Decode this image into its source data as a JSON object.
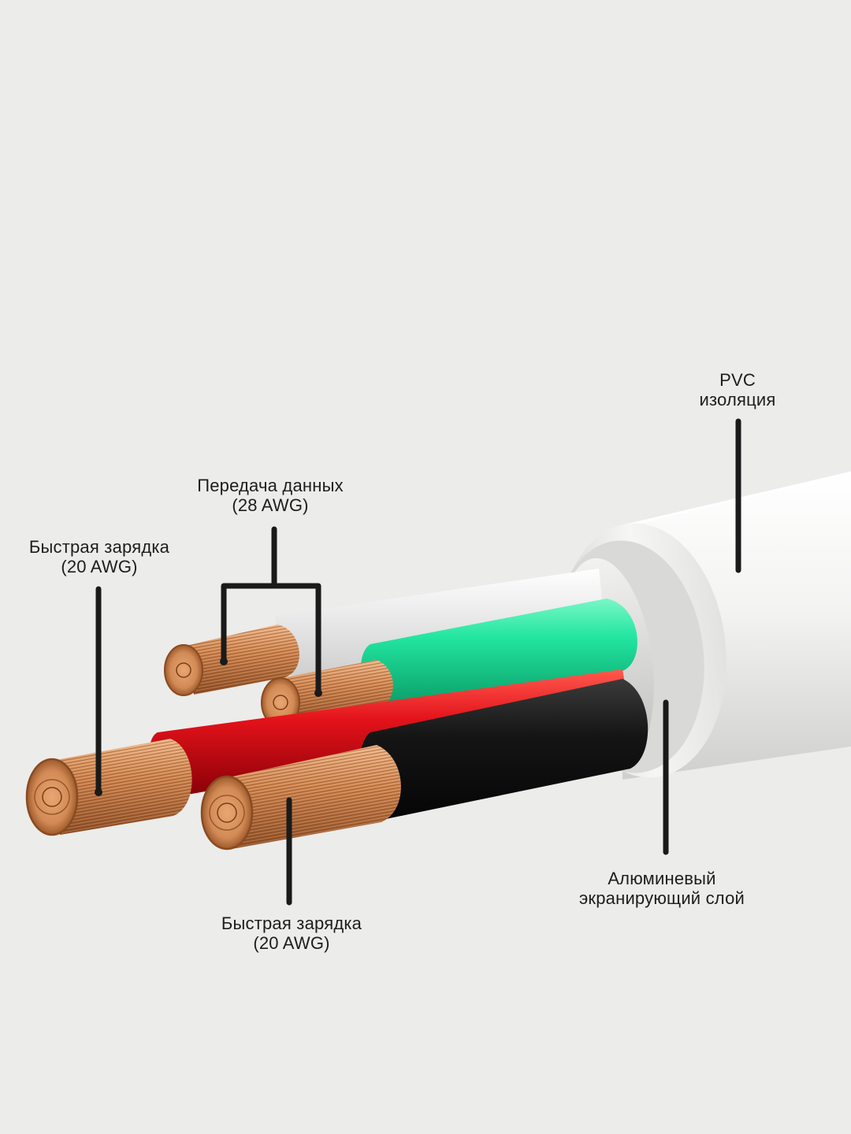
{
  "diagram": {
    "labels": {
      "pvc": {
        "line1": "PVC",
        "line2": "изоляция"
      },
      "data": {
        "line1": "Передача данных",
        "line2": "(28 AWG)"
      },
      "fast_left": {
        "line1": "Быстрая зарядка",
        "line2": "(20 AWG)"
      },
      "fast_bottom": {
        "line1": "Быстрая зарядка",
        "line2": "(20 AWG)"
      },
      "aluminum": {
        "line1": "Алюминевый",
        "line2": "экранирующий слой"
      }
    },
    "colors": {
      "background": "#ececea",
      "jacket": "#f4f4f3",
      "shield": "#d9d9d9",
      "green_wire": "#1ee7a2",
      "red_wire": "#e0101a",
      "black_wire": "#141414",
      "white_wire": "#ebebeb",
      "copper": "#c97b44",
      "leader": "#1a1a1a"
    }
  }
}
